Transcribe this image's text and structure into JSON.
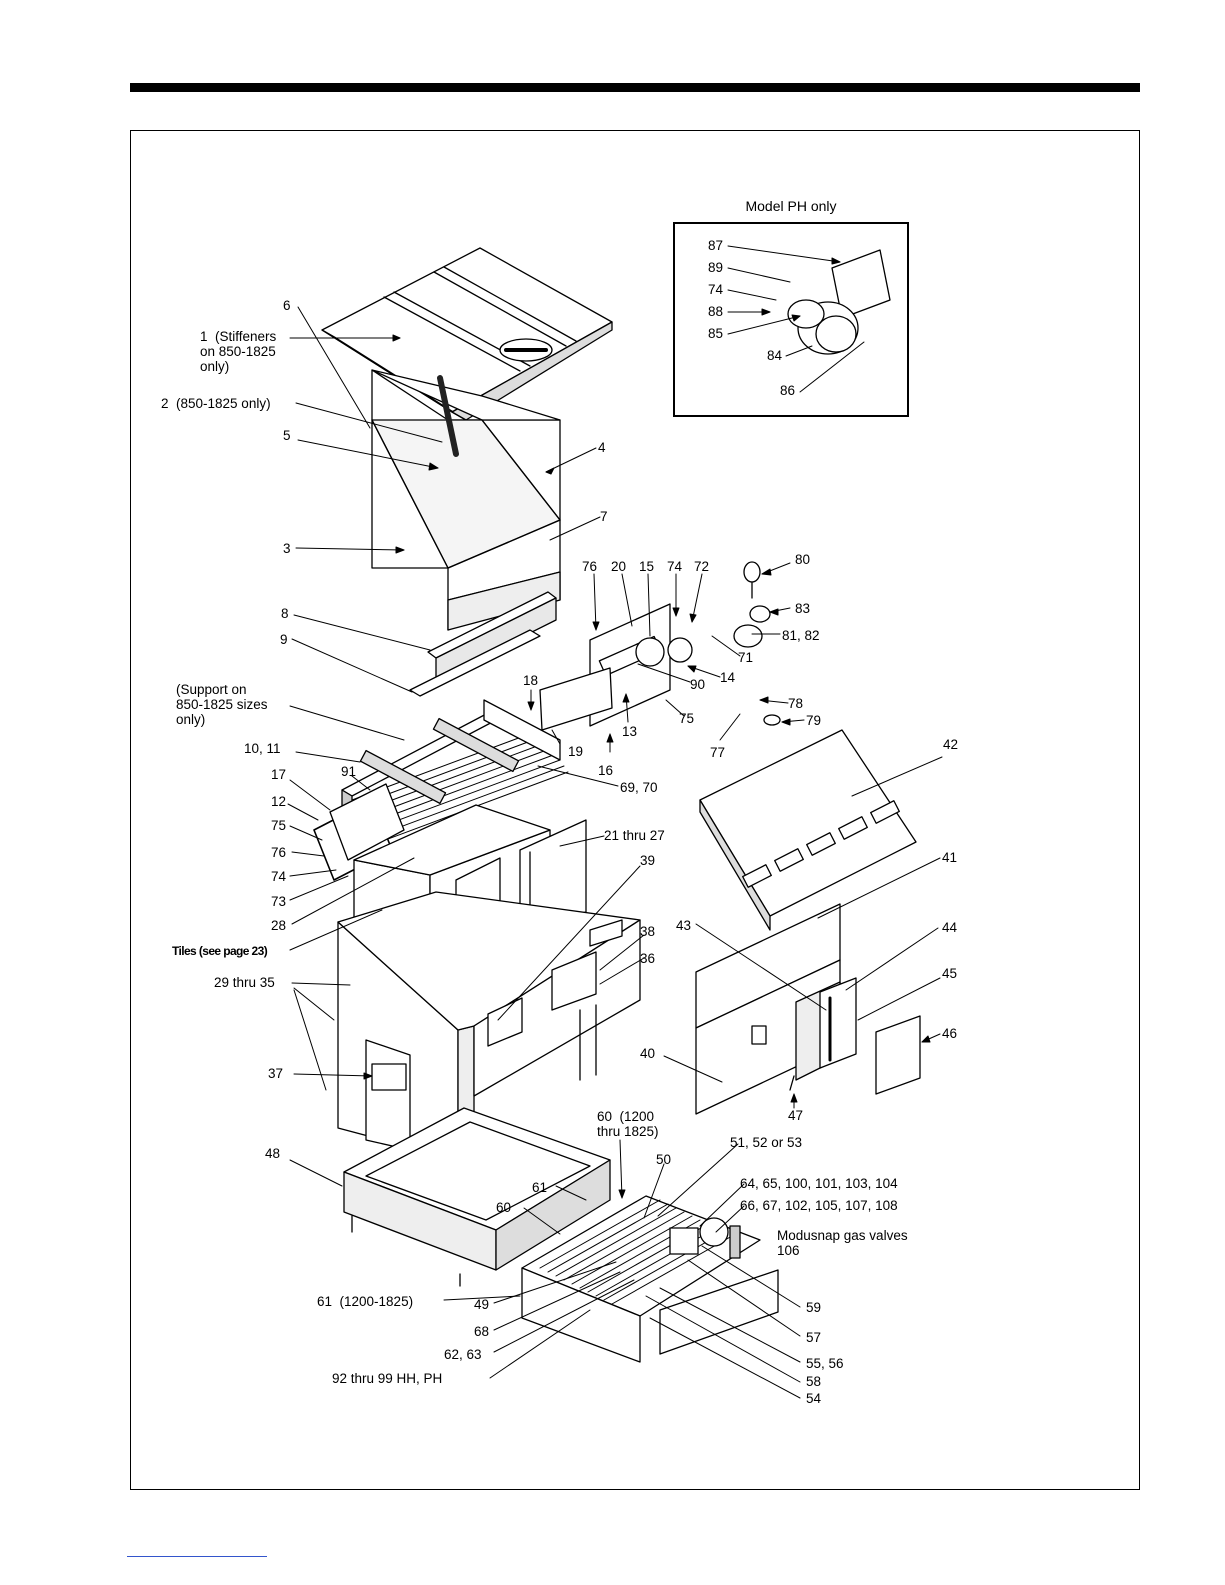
{
  "inset": {
    "title": "Model PH only"
  },
  "labels": [
    {
      "id": "6",
      "text": "6"
    },
    {
      "id": "1",
      "text": "1  (Stiffeners\non 850-1825\nonly)"
    },
    {
      "id": "2",
      "text": "2  (850-1825 only)"
    },
    {
      "id": "5",
      "text": "5"
    },
    {
      "id": "4",
      "text": "4"
    },
    {
      "id": "7",
      "text": "7"
    },
    {
      "id": "3",
      "text": "3"
    },
    {
      "id": "8",
      "text": "8"
    },
    {
      "id": "9",
      "text": "9"
    },
    {
      "id": "support",
      "text": "(Support on\n850-1825 sizes\nonly)"
    },
    {
      "id": "10-11",
      "text": "10, 11"
    },
    {
      "id": "17",
      "text": "17"
    },
    {
      "id": "91",
      "text": "91"
    },
    {
      "id": "12",
      "text": "12"
    },
    {
      "id": "75a",
      "text": "75"
    },
    {
      "id": "76a",
      "text": "76"
    },
    {
      "id": "74a",
      "text": "74"
    },
    {
      "id": "73",
      "text": "73"
    },
    {
      "id": "28",
      "text": "28"
    },
    {
      "id": "tiles",
      "text": "Tiles (see page 23)"
    },
    {
      "id": "29-35",
      "text": "29 thru 35"
    },
    {
      "id": "37",
      "text": "37"
    },
    {
      "id": "48",
      "text": "48"
    },
    {
      "id": "18",
      "text": "18"
    },
    {
      "id": "19",
      "text": "19"
    },
    {
      "id": "16",
      "text": "16"
    },
    {
      "id": "69-70",
      "text": "69, 70"
    },
    {
      "id": "21-27",
      "text": "21 thru 27"
    },
    {
      "id": "39",
      "text": "39"
    },
    {
      "id": "38",
      "text": "38"
    },
    {
      "id": "36",
      "text": "36"
    },
    {
      "id": "76b",
      "text": "76"
    },
    {
      "id": "20",
      "text": "20"
    },
    {
      "id": "15",
      "text": "15"
    },
    {
      "id": "74b",
      "text": "74"
    },
    {
      "id": "72",
      "text": "72"
    },
    {
      "id": "80",
      "text": "80"
    },
    {
      "id": "83",
      "text": "83"
    },
    {
      "id": "81-82",
      "text": "81, 82"
    },
    {
      "id": "71",
      "text": "71"
    },
    {
      "id": "14",
      "text": "14"
    },
    {
      "id": "90",
      "text": "90"
    },
    {
      "id": "13",
      "text": "13"
    },
    {
      "id": "75b",
      "text": "75"
    },
    {
      "id": "78",
      "text": "78"
    },
    {
      "id": "79",
      "text": "79"
    },
    {
      "id": "77",
      "text": "77"
    },
    {
      "id": "42",
      "text": "42"
    },
    {
      "id": "41",
      "text": "41"
    },
    {
      "id": "43",
      "text": "43"
    },
    {
      "id": "44",
      "text": "44"
    },
    {
      "id": "45",
      "text": "45"
    },
    {
      "id": "46",
      "text": "46"
    },
    {
      "id": "40",
      "text": "40"
    },
    {
      "id": "47",
      "text": "47"
    },
    {
      "id": "60a",
      "text": "60  (1200\nthru 1825)"
    },
    {
      "id": "51-53",
      "text": "51, 52 or 53"
    },
    {
      "id": "50",
      "text": "50"
    },
    {
      "id": "64-104",
      "text": "64, 65, 100, 101, 103, 104"
    },
    {
      "id": "66-108",
      "text": "66, 67, 102, 105, 107, 108"
    },
    {
      "id": "modusnap",
      "text": "Modusnap gas valves\n106"
    },
    {
      "id": "61a",
      "text": "61"
    },
    {
      "id": "60b",
      "text": "60"
    },
    {
      "id": "61b",
      "text": "61  (1200-1825)"
    },
    {
      "id": "49",
      "text": "49"
    },
    {
      "id": "68",
      "text": "68"
    },
    {
      "id": "62-63",
      "text": "62, 63"
    },
    {
      "id": "92-99",
      "text": "92 thru 99 HH, PH"
    },
    {
      "id": "59",
      "text": "59"
    },
    {
      "id": "57",
      "text": "57"
    },
    {
      "id": "55-56",
      "text": "55, 56"
    },
    {
      "id": "58",
      "text": "58"
    },
    {
      "id": "54",
      "text": "54"
    },
    {
      "id": "87",
      "text": "87"
    },
    {
      "id": "89",
      "text": "89"
    },
    {
      "id": "74c",
      "text": "74"
    },
    {
      "id": "88",
      "text": "88"
    },
    {
      "id": "85",
      "text": "85"
    },
    {
      "id": "84",
      "text": "84"
    },
    {
      "id": "86",
      "text": "86"
    }
  ]
}
